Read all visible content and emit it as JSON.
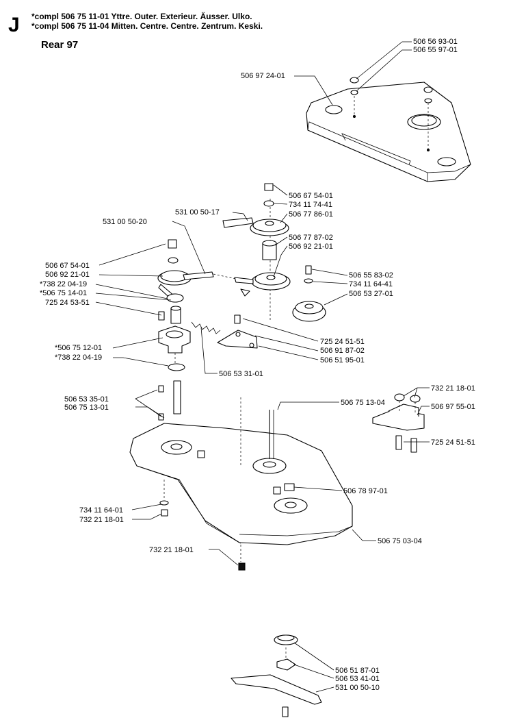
{
  "header": {
    "section_letter": "J",
    "line1": "*compl 506 75 11-01  Yttre. Outer. Exterieur. Äusser. Ulko.",
    "line2": "*compl 506 75 11-04  Mitten. Centre. Centre. Zentrum. Keski.",
    "subtitle": "Rear 97"
  },
  "callouts": [
    "506 56 93-01",
    "506 55 97-01",
    "506 97 24-01",
    "506 67 54-01",
    "734 11 74-41",
    "531 00 50-17",
    "506 77 86-01",
    "531 00 50-20",
    "506 77 87-02",
    "506 92 21-01",
    "506 67 54-01",
    "506 92 21-01",
    "506 55 83-02",
    "734 11 64-41",
    "*738 22 04-19",
    "*506 75 14-01",
    "506 53 27-01",
    "725 24 53-51",
    "725 24 51-51",
    "506 91 87-02",
    "506 51 95-01",
    "*506 75 12-01",
    "*738 22 04-19",
    "506 53 31-01",
    "732 21 18-01",
    "506 53 35-01",
    "506 75 13-04",
    "506 97 55-01",
    "506 75 13-01",
    "725 24 51-51",
    "506 78 97-01",
    "734 11 64-01",
    "732 21 18-01",
    "506 75 03-04",
    "732 21 18-01",
    "506 51 87-01",
    "506 53 41-01",
    "531 00 50-10"
  ]
}
